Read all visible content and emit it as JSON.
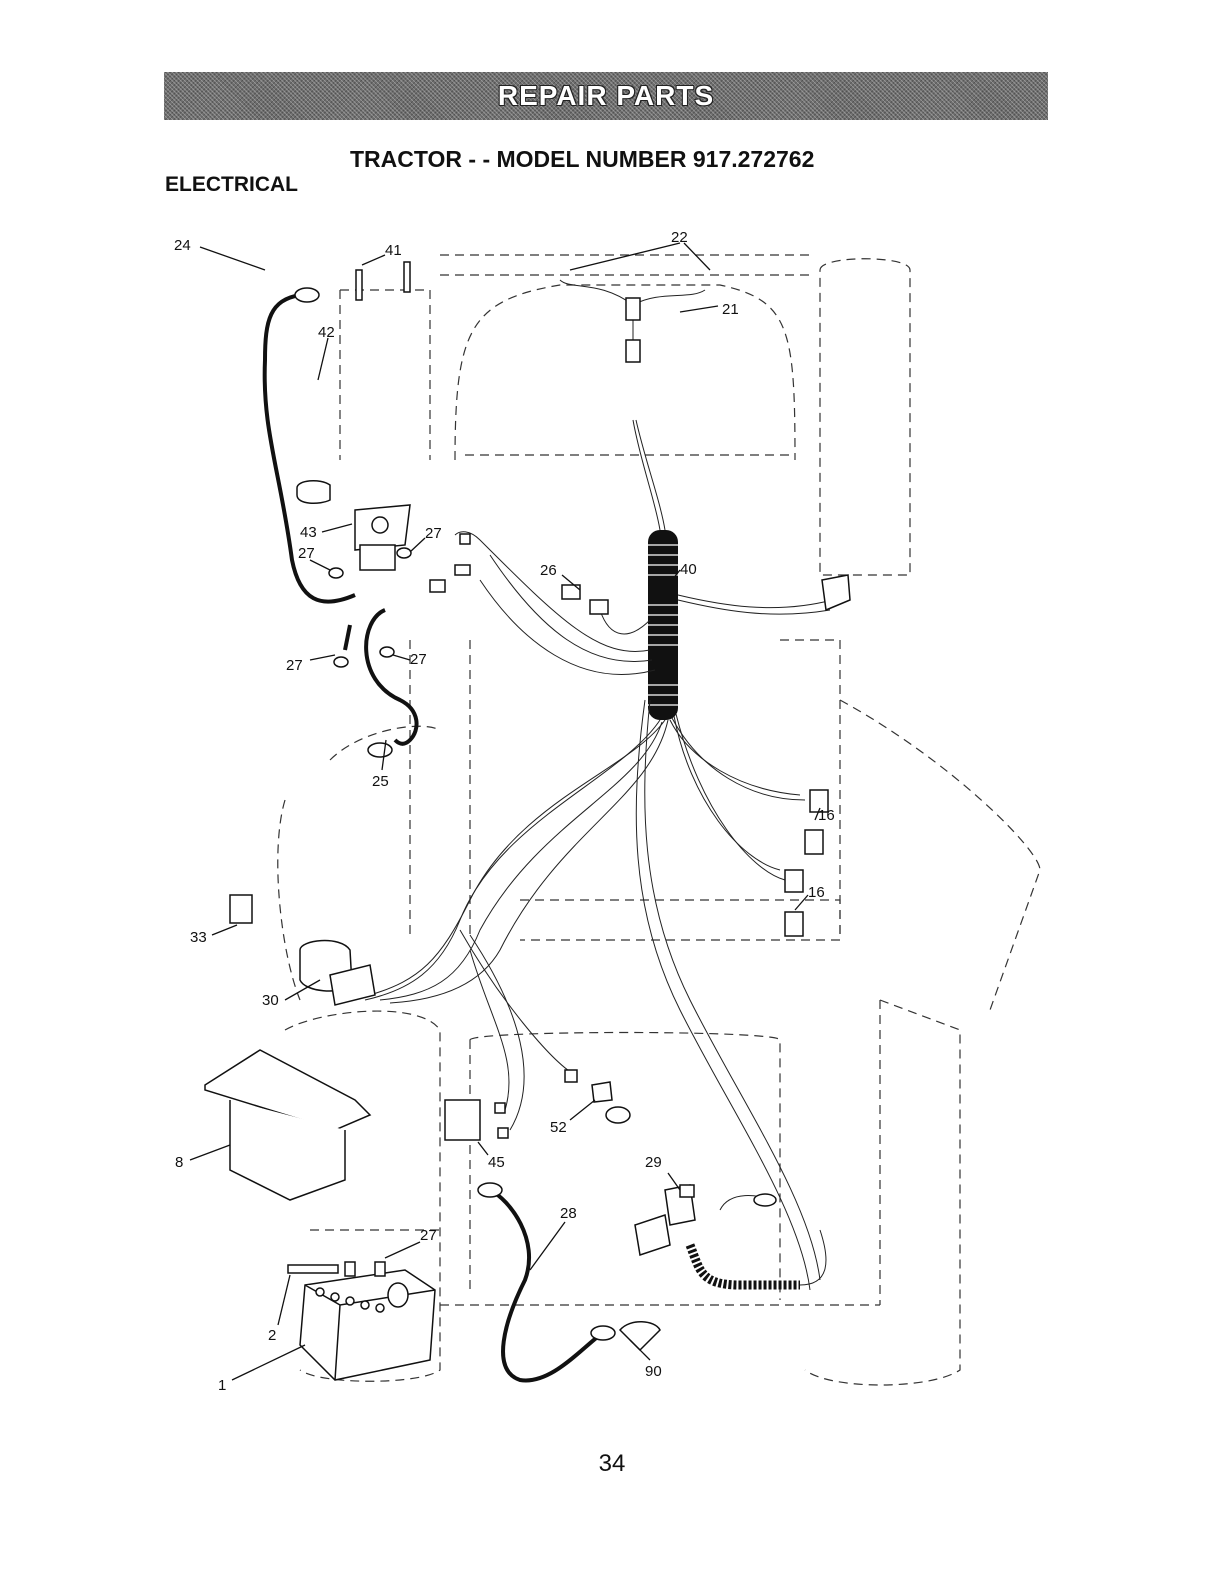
{
  "header": {
    "banner": "REPAIR PARTS"
  },
  "title": "TRACTOR - - MODEL NUMBER  917.272762",
  "section": "ELECTRICAL",
  "callouts": [
    "22",
    "21",
    "42",
    "41",
    "24",
    "43",
    "27",
    "27",
    "26",
    "40",
    "27",
    "27",
    "25",
    "16",
    "16",
    "33",
    "30",
    "8",
    "45",
    "52",
    "29",
    "28",
    "27",
    "2",
    "1",
    "90"
  ],
  "page_number": "34"
}
